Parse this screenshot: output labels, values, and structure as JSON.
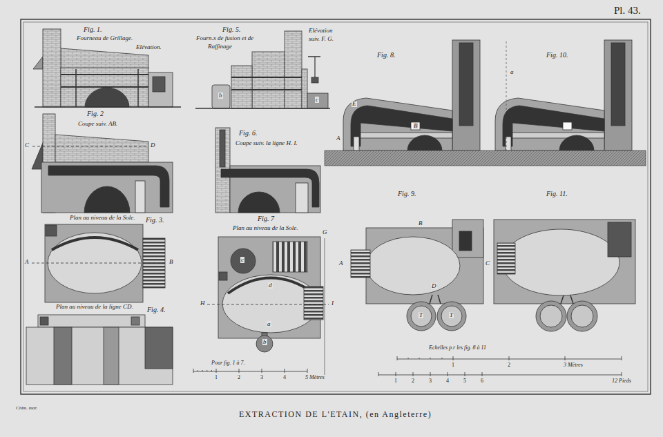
{
  "diagram": {
    "title": "EXTRACTION DE L'ETAIN, (en Angleterre)",
    "labels": [
      "Pl. 43.",
      "Fig. 1.",
      "Fourneau de Grillage.",
      "Elévation.",
      "Fig. 5.",
      "Fourn.x de fusion et de",
      "Raffinage",
      "Elévation",
      "suiv. F. G.",
      "Fig. 8.",
      "Fig. 10.",
      "Fig. 2",
      "Coupe suiv. AB.",
      "C",
      "D",
      "Fig. 6.",
      "Coupe suiv. la ligne H. I.",
      "Plan au niveau de la Sole.",
      "Fig. 3.",
      "A",
      "B",
      "Fig. 7",
      "Plan au niveau de la Sole.",
      "G",
      "H",
      "I",
      "Plan au niveau de la ligne CD.",
      "Fig. 4.",
      "Pour fig. 1 à 7.",
      "1",
      "2",
      "3",
      "4",
      "5 Mètres",
      "Fig. 9.",
      "Fig. 11.",
      "Echelles p.r les fig. 8 à 11",
      "1",
      "2",
      "3 Mètres",
      "1",
      "2",
      "3",
      "4",
      "5",
      "6",
      "12 Pieds",
      "Chim. mor.",
      "b",
      "c",
      "E",
      "A",
      "B",
      "a",
      "c",
      "d",
      "a",
      "b",
      "A",
      "B",
      "D",
      "T",
      "T",
      "C"
    ]
  }
}
